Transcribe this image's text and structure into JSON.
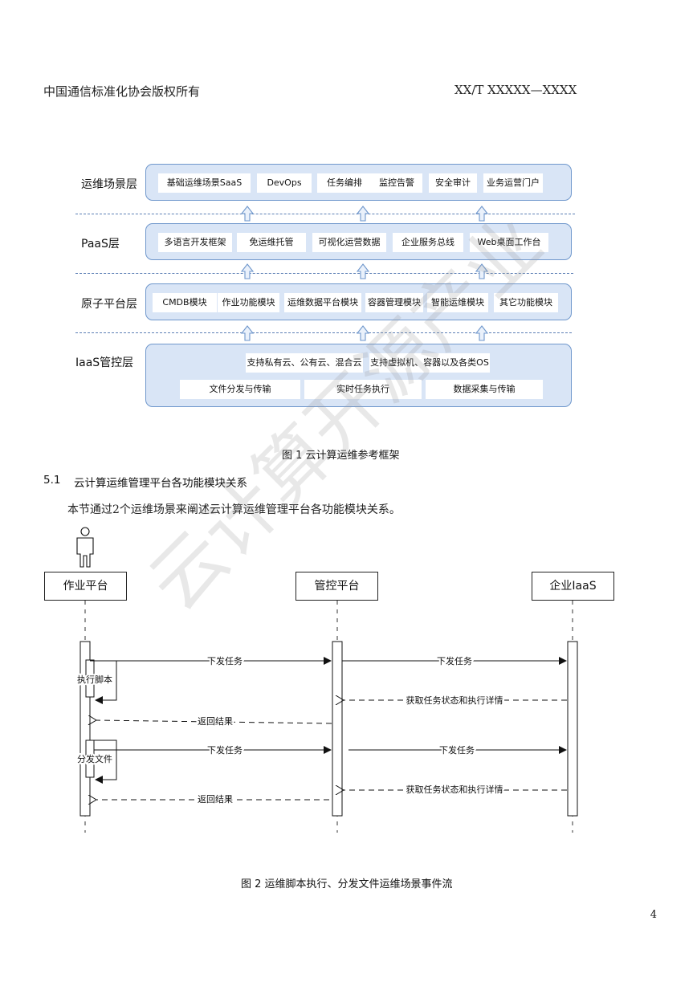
{
  "header": {
    "left": "中国通信标准化协会版权所有",
    "right": "XX/T XXXXX—XXXX"
  },
  "figure1": {
    "layers": [
      {
        "label": "运维场景层",
        "modules": [
          "基础运维场景SaaS",
          "DevOps",
          "任务编排",
          "监控告警",
          "安全审计",
          "业务运营门户"
        ]
      },
      {
        "label": "PaaS层",
        "modules": [
          "多语言开发框架",
          "免运维托管",
          "可视化运营数据",
          "企业服务总线",
          "Web桌面工作台"
        ]
      },
      {
        "label": "原子平台层",
        "modules": [
          "CMDB模块",
          "作业功能模块",
          "运维数据平台模块",
          "容器管理模块",
          "智能运维模块",
          "其它功能模块"
        ]
      },
      {
        "label": "IaaS管控层",
        "modules_top": [
          "支持私有云、公有云、混合云",
          "支持虚拟机、容器以及各类OS"
        ],
        "modules_bottom": [
          "文件分发与传输",
          "实时任务执行",
          "数据采集与传输"
        ]
      }
    ],
    "caption": "图 1 云计算运维参考框架"
  },
  "section": {
    "number": "5.1",
    "title": "云计算运维管理平台各功能模块关系"
  },
  "paragraph": "本节通过2个运维场景来阐述云计算运维管理平台各功能模块关系。",
  "figure2": {
    "actors": [
      "作业平台",
      "管控平台",
      "企业IaaS"
    ],
    "messages": {
      "dispatch_task": "下发任务",
      "exec_script": "执行脚本",
      "get_status": "获取任务状态和执行详情",
      "return_result": "返回结果",
      "distribute_file": "分发文件"
    },
    "caption": "图 2 运维脚本执行、分发文件运维场景事件流"
  },
  "watermark": "云计算开源产业",
  "page_number": "4"
}
